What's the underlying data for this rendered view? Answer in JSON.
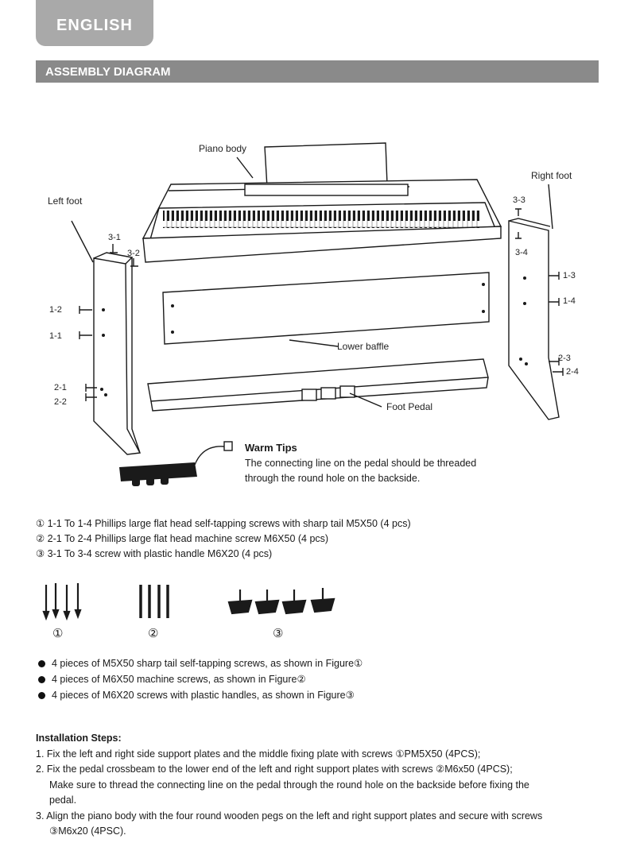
{
  "header": {
    "language": "ENGLISH",
    "section_title": "ASSEMBLY DIAGRAM"
  },
  "diagram_labels": {
    "piano_body": "Piano body",
    "right_foot": "Right foot",
    "left_foot": "Left foot",
    "lower_baffle": "Lower baffle",
    "foot_pedal": "Foot Pedal",
    "l_3_1": "3-1",
    "l_3_2": "3-2",
    "l_1_2": "1-2",
    "l_1_1": "1-1",
    "l_2_1": "2-1",
    "l_2_2": "2-2",
    "r_3_3": "3-3",
    "r_3_4": "3-4",
    "r_1_3": "1-3",
    "r_1_4": "1-4",
    "r_2_3": "2-3",
    "r_2_4": "2-4"
  },
  "warm_tips": {
    "title": "Warm Tips",
    "line1": "The connecting line on the pedal should be threaded",
    "line2": "through the round hole on the backside."
  },
  "legend": [
    "① 1-1 To 1-4 Phillips large flat head self-tapping screws with sharp tail M5X50 (4 pcs)",
    "② 2-1 To 2-4 Phillips large flat head machine screw M6X50 (4 pcs)",
    "③  3-1 To 3-4 screw with plastic handle M6X20 (4 pcs)"
  ],
  "figures": [
    "①",
    "②",
    "③"
  ],
  "bullets": [
    "4 pieces of M5X50 sharp tail self-tapping screws, as shown in Figure①",
    "4 pieces of M6X50 machine screws, as shown in Figure②",
    "4 pieces of M6X20 screws with plastic handles, as shown in Figure③"
  ],
  "installation": {
    "title": "Installation Steps:",
    "step1": "1.  Fix the left and right side support plates and the middle fixing plate with screws ①PM5X50 (4PCS);",
    "step2": "2.  Fix the pedal crossbeam to the lower end of the left and right support plates with screws ②M6x50 (4PCS);",
    "step2_cont_a": "Make sure to thread the connecting line on the pedal through the round hole on the backside before fixing the",
    "step2_cont_b": "pedal.",
    "step3": "3. Align the piano body with the four round wooden pegs on the left and right support plates and secure with screws",
    "step3_cont": "③M6x20 (4PSC)."
  }
}
